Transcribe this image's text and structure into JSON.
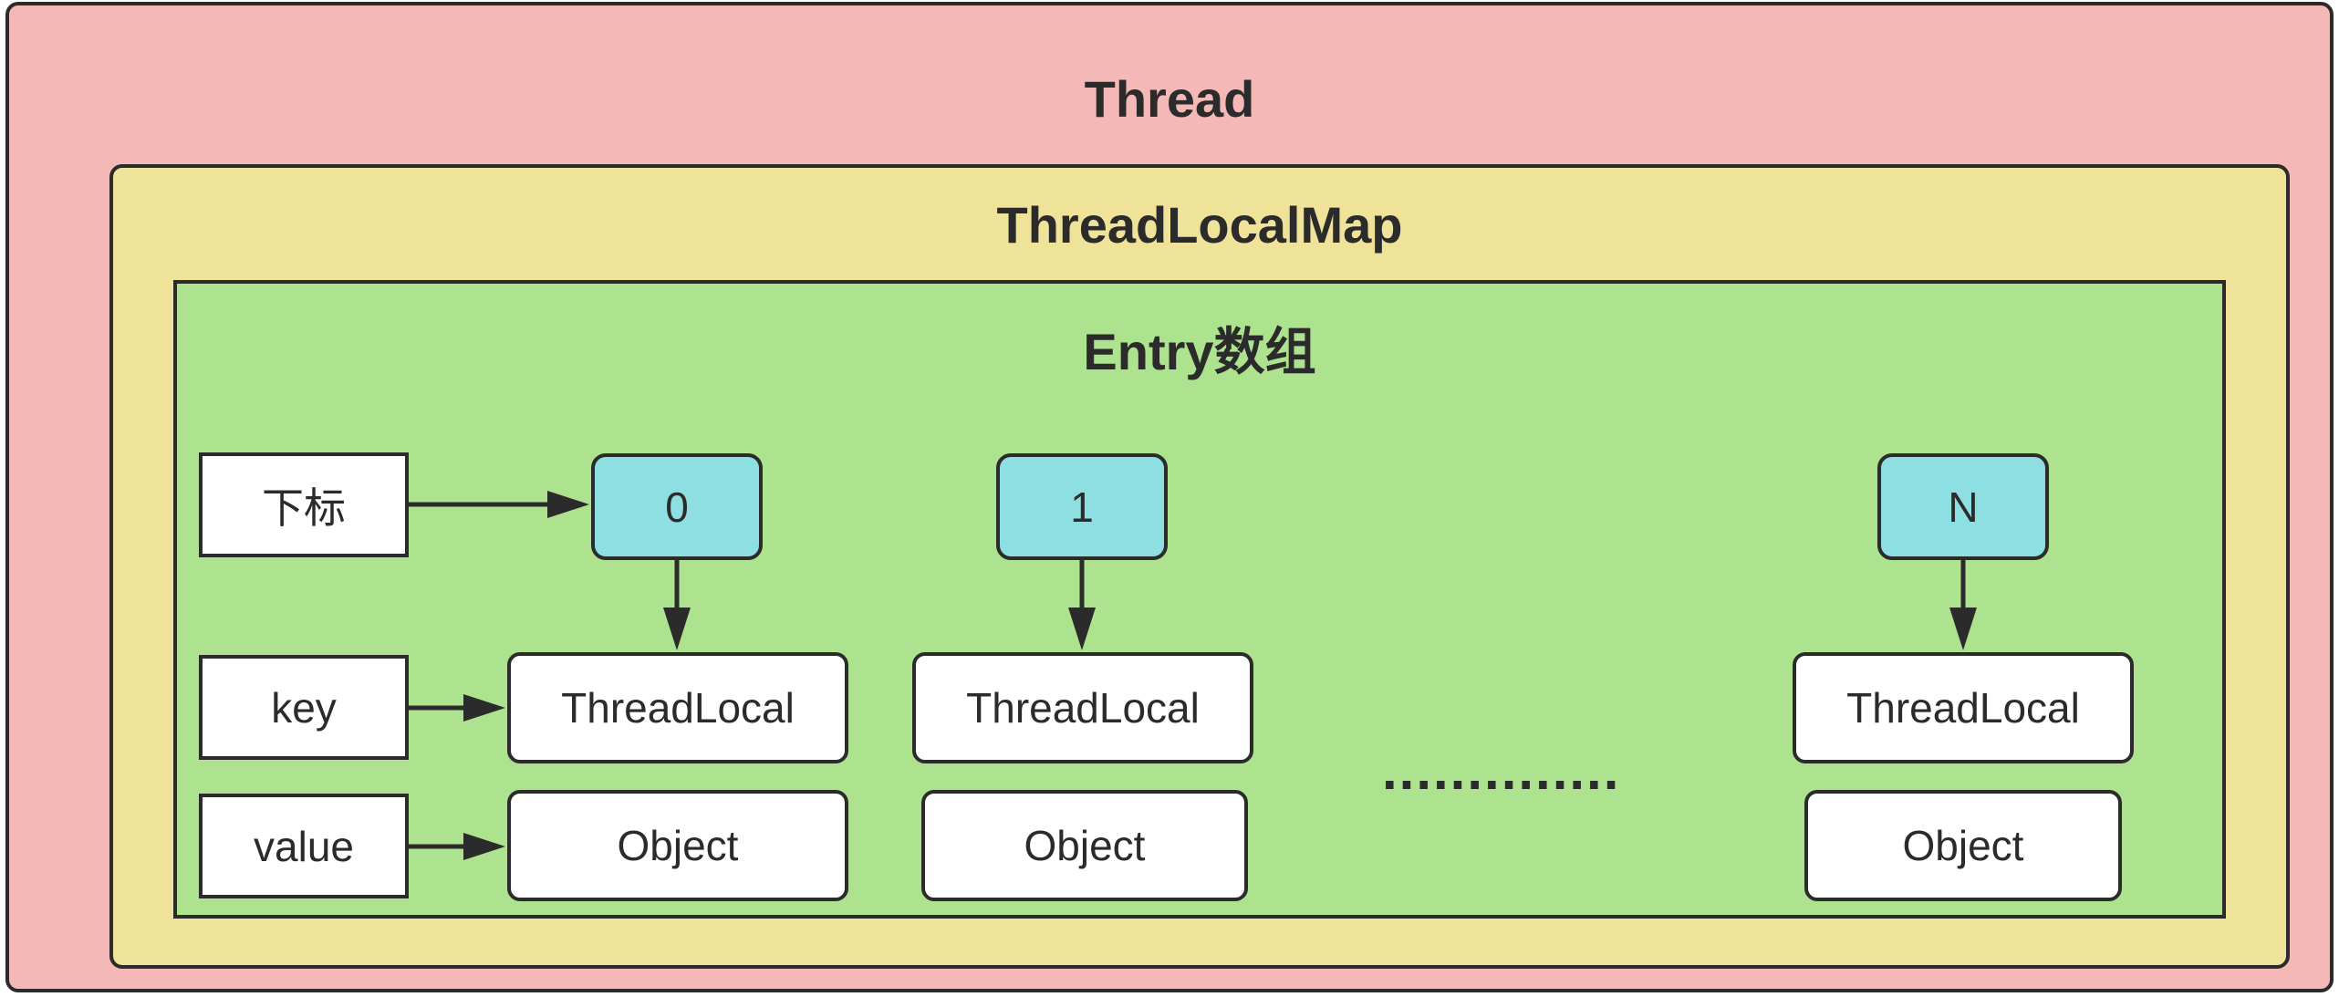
{
  "thread": {
    "title": "Thread"
  },
  "thread_local_map": {
    "title": "ThreadLocalMap"
  },
  "entry_array": {
    "title": "Entry数组"
  },
  "row_labels": {
    "index": "下标",
    "key": "key",
    "value": "value"
  },
  "entries": [
    {
      "index": "0",
      "key": "ThreadLocal",
      "value": "Object"
    },
    {
      "index": "1",
      "key": "ThreadLocal",
      "value": "Object"
    },
    {
      "index": "N",
      "key": "ThreadLocal",
      "value": "Object"
    }
  ],
  "ellipsis": "..............",
  "colors": {
    "thread_bg": "#f4b8b6",
    "map_bg": "#efe39a",
    "entry_bg": "#ade38e",
    "index_bg": "#8ddfe1",
    "cell_bg": "#ffffff",
    "border": "#2b2b2b"
  }
}
